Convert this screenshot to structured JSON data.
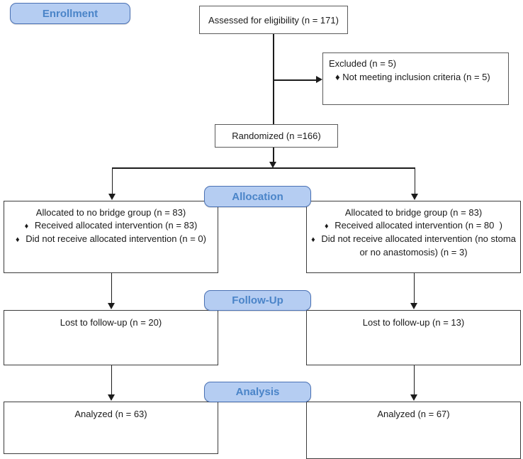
{
  "stages": {
    "enrollment": "Enrollment",
    "allocation": "Allocation",
    "followup": "Follow-Up",
    "analysis": "Analysis"
  },
  "bullet_char": "♦",
  "flow": {
    "assessed": {
      "text": "Assessed for eligibility (n = 171)"
    },
    "excluded": {
      "title": "Excluded (n = 5)",
      "bullets": [
        "Not meeting inclusion criteria (n = 5)"
      ]
    },
    "randomized": {
      "text": "Randomized (n =166)"
    },
    "allocation_left": {
      "title": "Allocated to no bridge group (n = 83)",
      "bullets": [
        "Received allocated intervention (n = 83)",
        "Did not receive allocated intervention (n = 0)"
      ]
    },
    "allocation_right": {
      "title": "Allocated to bridge group (n = 83)",
      "bullets": [
        "Received allocated intervention (n = 80  )",
        "Did not receive allocated intervention (no stoma or no anastomosis) (n = 3)"
      ]
    },
    "followup_left": {
      "text": "Lost to follow-up (n = 20)"
    },
    "followup_right": {
      "text": "Lost to follow-up (n = 13)"
    },
    "analysis_left": {
      "text": "Analyzed (n = 63)"
    },
    "analysis_right": {
      "text": "Analyzed (n = 67)"
    }
  },
  "colors": {
    "stage_fill": "#b5cdf2",
    "stage_border": "#4a71b4",
    "stage_text": "#4a84c8"
  }
}
